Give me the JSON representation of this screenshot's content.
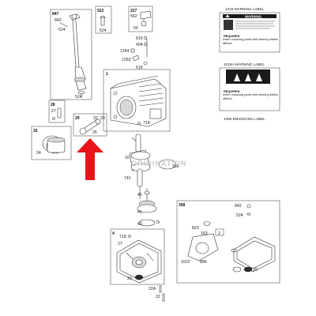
{
  "callouts": {
    "c847": "847",
    "c842": "842",
    "c524a": "524",
    "c522": "522",
    "c524b": "524",
    "c227": "227",
    "c562": "562",
    "c50": "50",
    "c615": "615",
    "c404": "404",
    "c1264": "1264",
    "c1263": "1263",
    "c618": "618",
    "c1": "1",
    "c718a": "718",
    "c28": "28",
    "c27a": "27",
    "c29": "29",
    "c32": "32",
    "c33": "33",
    "c26": "26",
    "c25": "25",
    "c24": "24",
    "c16": "16",
    "c358a": "358",
    "c741": "741",
    "c46": "46",
    "c45": "45",
    "c43": "43",
    "c4": "4",
    "c718b": "718",
    "c27b": "27",
    "c20a": "20",
    "c22a": "22A",
    "c22": "22",
    "c358b": "358",
    "c842b": "842",
    "c524c": "524",
    "c823": "823",
    "c163": "163",
    "c2": "2",
    "c1022": "1022",
    "c886": "886",
    "c20b": "20"
  },
  "labels": {
    "warning_label_1": {
      "title": "1019 WARNING LABEL",
      "word": "WARNING",
      "required": "REQUIRED",
      "required_text": "when replacing parts with warning labels affixed."
    },
    "warning_label_2": {
      "title": "1019A WARNING LABEL",
      "required": "REQUIRED",
      "required_text": "when replacing parts with warning labels affixed."
    },
    "emissions_label": {
      "title": "1099 EMISSIONS LABEL"
    }
  },
  "watermark": "ORIGINATION",
  "colors": {
    "arrow": "#e8141a",
    "line": "#333333",
    "box": "#555555"
  },
  "icons": [
    "red-arrow-icon",
    "warning-triangle-icon",
    "hazard-symbol-icon"
  ]
}
